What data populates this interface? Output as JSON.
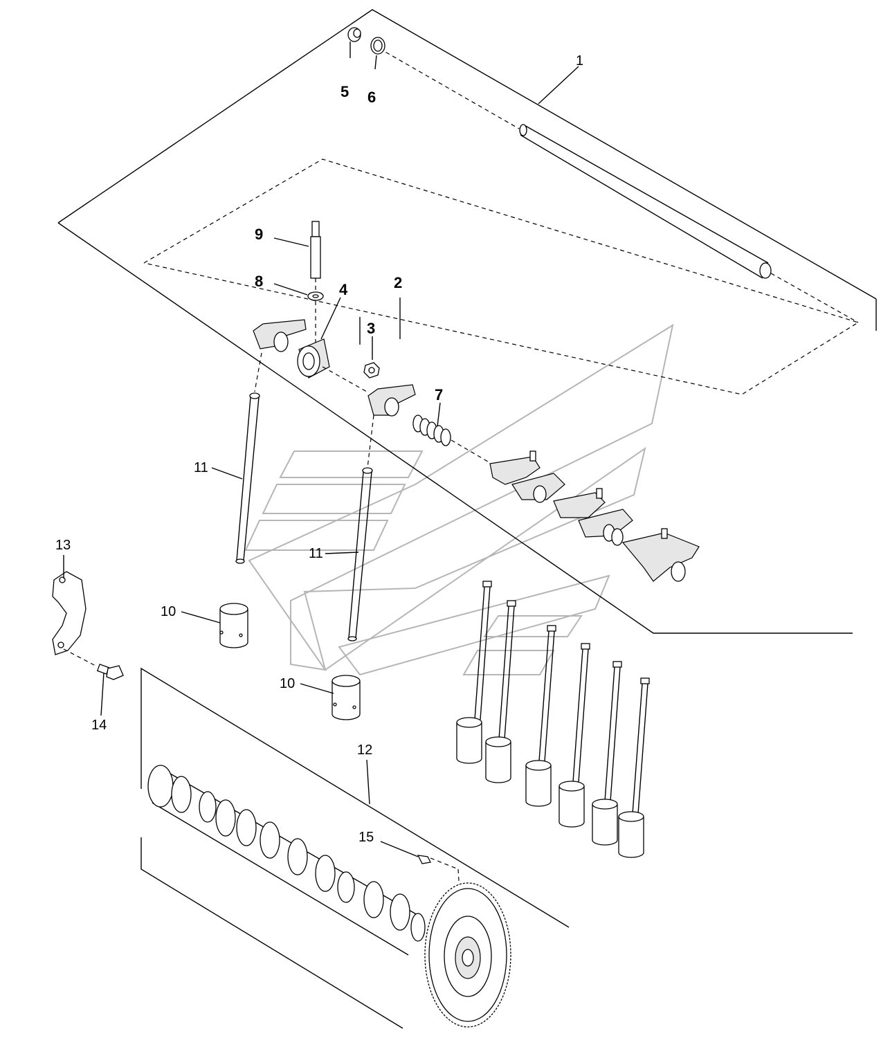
{
  "callouts": {
    "c1": "1",
    "c2": "2",
    "c3": "3",
    "c4": "4",
    "c5": "5",
    "c6": "6",
    "c7": "7",
    "c8": "8",
    "c9": "9",
    "c10a": "10",
    "c10b": "10",
    "c11a": "11",
    "c11b": "11",
    "c12": "12",
    "c13": "13",
    "c14": "14",
    "c15": "15"
  },
  "colors": {
    "line": "#000000",
    "watermark": "#b5b5b5",
    "background": "#ffffff"
  }
}
